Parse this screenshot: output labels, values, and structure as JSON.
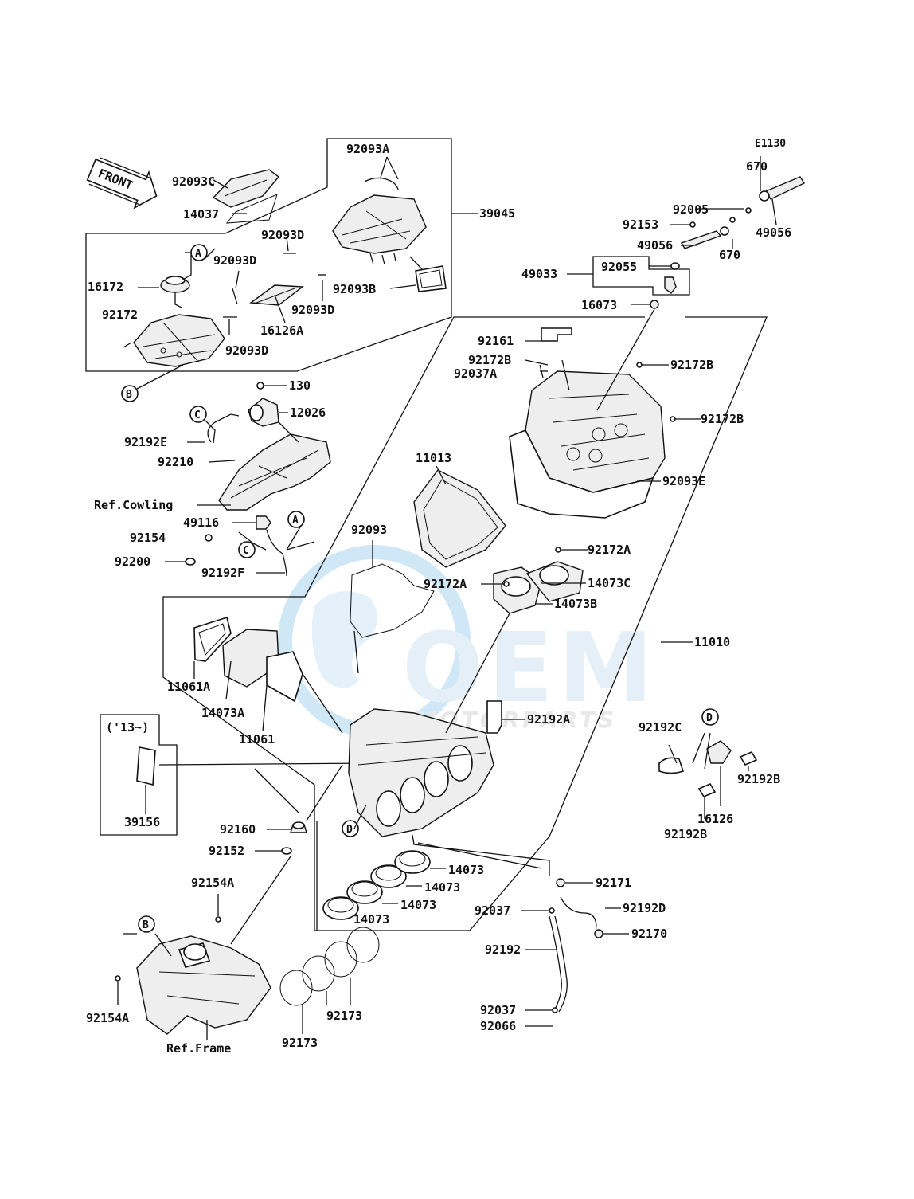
{
  "code": "E1130",
  "front_label": "FRONT",
  "wm": {
    "big": "OEM",
    "small": "MOTORPARTS"
  },
  "labels": {
    "p92093A_top": "92093A",
    "p92093C": "92093C",
    "p14037": "14037",
    "p39045": "39045",
    "p92093D_1": "92093D",
    "p92093D_2": "92093D",
    "p92093D_3": "92093D",
    "p92093D_4": "92093D",
    "p16172": "16172",
    "p92093B": "92093B",
    "p92172": "92172",
    "p16126A": "16126A",
    "p130": "130",
    "p12026": "12026",
    "p92192E": "92192E",
    "p92210": "92210",
    "refCowling": "Ref.Cowling",
    "p49116": "49116",
    "p92154": "92154",
    "p92200": "92200",
    "p92192F": "92192F",
    "p11013": "11013",
    "p92093": "92093",
    "p11061A": "11061A",
    "p14073A": "14073A",
    "p11061": "11061",
    "p39156": "39156",
    "year13": "('13~)",
    "p92160": "92160",
    "p92152": "92152",
    "p92154A_1": "92154A",
    "p92154A_2": "92154A",
    "refFrame": "Ref.Frame",
    "p92173_1": "92173",
    "p92173_2": "92173",
    "p14073_1": "14073",
    "p14073_2": "14073",
    "p14073_3": "14073",
    "p14073_4": "14073",
    "p670_1": "670",
    "p670_2": "670",
    "p92005": "92005",
    "p92153": "92153",
    "p49056_1": "49056",
    "p49056_2": "49056",
    "p49033": "49033",
    "p92055": "92055",
    "p16073": "16073",
    "p92161": "92161",
    "p92172B_1": "92172B",
    "p92172B_2": "92172B",
    "p92172B_3": "92172B",
    "p92037A": "92037A",
    "p92093E": "92093E",
    "p92172A_1": "92172A",
    "p92172A_2": "92172A",
    "p14073C": "14073C",
    "p14073B": "14073B",
    "p11010": "11010",
    "p92192A": "92192A",
    "p92192C": "92192C",
    "p16126": "16126",
    "p92192B_1": "92192B",
    "p92192B_2": "92192B",
    "p92171": "92171",
    "p92192D": "92192D",
    "p92037_1": "92037",
    "p92170": "92170",
    "p92192": "92192",
    "p92037_2": "92037",
    "p92066": "92066"
  },
  "circle_refs": {
    "A1": "A",
    "A2": "A",
    "B1": "B",
    "B2": "B",
    "C1": "C",
    "C2": "C",
    "D1": "D",
    "D2": "D"
  }
}
